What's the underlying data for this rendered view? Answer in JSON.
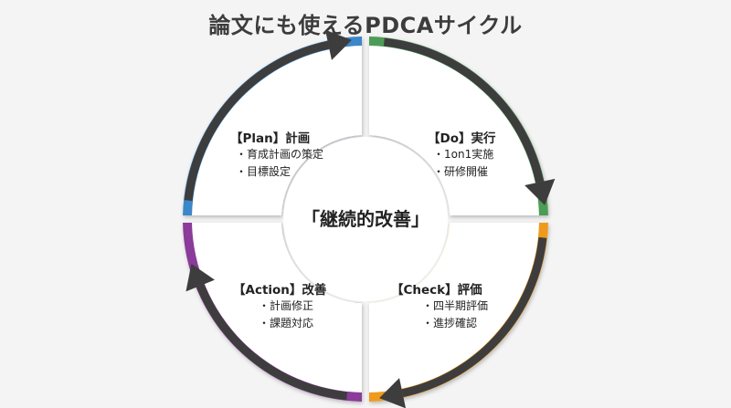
{
  "title": "論文にも使えるPDCAサイクル",
  "center_label": "「継続的改善」",
  "quadrants": [
    {
      "key": "plan",
      "title": "【Plan】計画",
      "color": "#3b87c9",
      "items": [
        "・育成計画の策定",
        "・目標設定"
      ]
    },
    {
      "key": "do",
      "title": "【Do】実行",
      "color": "#4e9c57",
      "items": [
        "・1on1実施",
        "・研修開催"
      ]
    },
    {
      "key": "check",
      "title": "【Check】評価",
      "color": "#ef9a1a",
      "items": [
        "・四半期評価",
        "・進捗確認"
      ]
    },
    {
      "key": "action",
      "title": "【Action】改善",
      "color": "#8b3a99",
      "items": [
        "・計画修正",
        "・課題対応"
      ]
    }
  ],
  "arrow_color": "#3d3d3d"
}
